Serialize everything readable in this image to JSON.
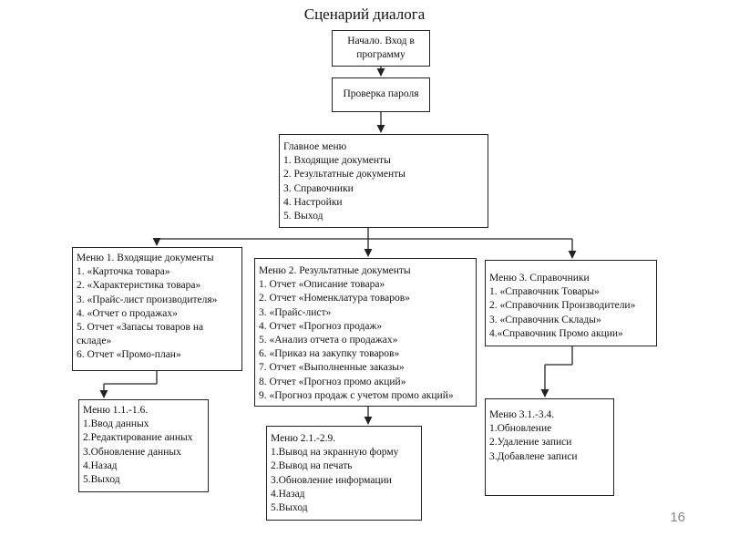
{
  "title": "Сценарий диалога",
  "page_number": "16",
  "nodes": {
    "start": [
      "Начало. Вход в",
      "программу"
    ],
    "password": [
      "Проверка пароля"
    ],
    "main_menu": [
      "Главное меню",
      "1. Входящие документы",
      "2. Результатные документы",
      "3. Справочники",
      "4. Настройки",
      "5. Выход"
    ],
    "menu1": [
      "Меню 1. Входящие документы",
      "1. «Карточка товара»",
      "2. «Характеристика товара»",
      "3. «Прайс-лист производителя»",
      "4. «Отчет о продажах»",
      "5. Отчет «Запасы товаров на",
      "складе»",
      "6. Отчет «Промо-план»"
    ],
    "menu2": [
      "Меню 2. Результатные документы",
      "1. Отчет «Описание товара»",
      "2. Отчет «Номенклатура товаров»",
      "3. «Прайс-лист»",
      "4. Отчет «Прогноз продаж»",
      "5. «Анализ отчета о продажах»",
      "6. «Приказ на закупку товаров»",
      "7. Отчет «Выполненные заказы»",
      "8. Отчет «Прогноз промо акций»",
      "9. «Прогноз продаж с учетом промо акций»"
    ],
    "menu3": [
      "Меню 3. Справочники",
      "1. «Справочник Товары»",
      "2. «Справочник Производители»",
      "3. «Справочник Склады»",
      "4.«Справочник Промо акции»"
    ],
    "sub1": [
      "Меню 1.1.-1.6.",
      "1.Ввод данных",
      "2.Редактирование анных",
      "3.Обновление данных",
      "4.Назад",
      "5.Выход"
    ],
    "sub2": [
      "Меню 2.1.-2.9.",
      "1.Вывод на экранную форму",
      "2.Вывод на печать",
      "3.Обновление информации",
      "4.Назад",
      "5.Выход"
    ],
    "sub3": [
      "Меню 3.1.-3.4.",
      "1.Обновление",
      "2.Удаление записи",
      "3.Добавлене записи"
    ]
  }
}
